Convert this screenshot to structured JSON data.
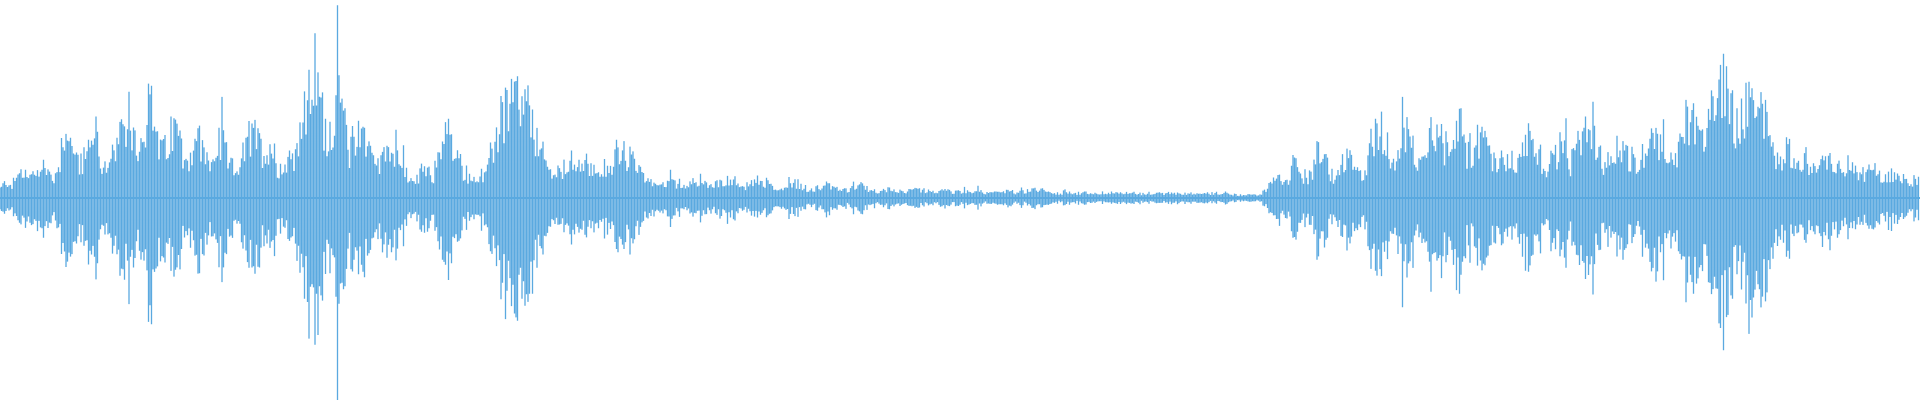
{
  "waveform": {
    "color": "#5aa9e0",
    "background": "#ffffff",
    "description_style": "mirrored audio amplitude envelope",
    "amplitude_envelope": [
      0.06,
      0.1,
      0.08,
      0.14,
      0.16,
      0.12,
      0.18,
      0.22,
      0.16,
      0.12,
      0.26,
      0.52,
      0.3,
      0.24,
      0.2,
      0.38,
      0.44,
      0.2,
      0.18,
      0.3,
      0.36,
      0.42,
      0.48,
      0.3,
      0.5,
      0.62,
      0.4,
      0.28,
      0.34,
      0.44,
      0.36,
      0.22,
      0.32,
      0.4,
      0.26,
      0.2,
      0.3,
      0.34,
      0.22,
      0.18,
      0.24,
      0.3,
      0.4,
      0.34,
      0.28,
      0.36,
      0.22,
      0.18,
      0.26,
      0.3,
      0.44,
      0.58,
      0.8,
      0.68,
      0.46,
      0.4,
      0.7,
      0.54,
      0.3,
      0.4,
      0.48,
      0.36,
      0.26,
      0.2,
      0.3,
      0.36,
      0.28,
      0.18,
      0.12,
      0.1,
      0.16,
      0.18,
      0.14,
      0.3,
      0.4,
      0.34,
      0.24,
      0.18,
      0.14,
      0.12,
      0.12,
      0.16,
      0.34,
      0.46,
      0.56,
      0.6,
      0.62,
      0.58,
      0.5,
      0.4,
      0.28,
      0.2,
      0.16,
      0.16,
      0.18,
      0.22,
      0.26,
      0.24,
      0.2,
      0.16,
      0.12,
      0.18,
      0.26,
      0.3,
      0.28,
      0.22,
      0.18,
      0.14,
      0.1,
      0.08,
      0.1,
      0.12,
      0.1,
      0.08,
      0.08,
      0.1,
      0.12,
      0.1,
      0.08,
      0.08,
      0.1,
      0.12,
      0.1,
      0.06,
      0.08,
      0.1,
      0.12,
      0.1,
      0.08,
      0.06,
      0.06,
      0.08,
      0.1,
      0.08,
      0.06,
      0.05,
      0.06,
      0.07,
      0.08,
      0.06,
      0.05,
      0.05,
      0.06,
      0.08,
      0.06,
      0.05,
      0.04,
      0.05,
      0.06,
      0.05,
      0.04,
      0.04,
      0.05,
      0.05,
      0.04,
      0.04,
      0.04,
      0.05,
      0.04,
      0.04,
      0.04,
      0.04,
      0.05,
      0.04,
      0.03,
      0.03,
      0.04,
      0.05,
      0.04,
      0.03,
      0.04,
      0.04,
      0.06,
      0.05,
      0.04,
      0.03,
      0.03,
      0.04,
      0.04,
      0.03,
      0.03,
      0.03,
      0.03,
      0.03,
      0.03,
      0.03,
      0.03,
      0.03,
      0.03,
      0.03,
      0.03,
      0.03,
      0.03,
      0.03,
      0.03,
      0.03,
      0.03,
      0.03,
      0.03,
      0.03,
      0.03,
      0.03,
      0.03,
      0.03,
      0.03,
      0.02,
      0.02,
      0.02,
      0.02,
      0.02,
      0.04,
      0.08,
      0.12,
      0.1,
      0.14,
      0.2,
      0.16,
      0.12,
      0.18,
      0.3,
      0.24,
      0.16,
      0.12,
      0.22,
      0.26,
      0.18,
      0.14,
      0.2,
      0.34,
      0.48,
      0.4,
      0.26,
      0.22,
      0.38,
      0.46,
      0.3,
      0.2,
      0.36,
      0.52,
      0.44,
      0.3,
      0.42,
      0.5,
      0.38,
      0.26,
      0.3,
      0.42,
      0.36,
      0.24,
      0.2,
      0.3,
      0.26,
      0.2,
      0.32,
      0.4,
      0.3,
      0.24,
      0.18,
      0.26,
      0.32,
      0.28,
      0.22,
      0.3,
      0.36,
      0.42,
      0.34,
      0.26,
      0.22,
      0.3,
      0.36,
      0.3,
      0.24,
      0.2,
      0.3,
      0.38,
      0.42,
      0.34,
      0.26,
      0.22,
      0.3,
      0.44,
      0.56,
      0.5,
      0.4,
      0.48,
      0.6,
      0.72,
      0.66,
      0.52,
      0.42,
      0.56,
      0.68,
      0.72,
      0.58,
      0.4,
      0.28,
      0.22,
      0.3,
      0.26,
      0.2,
      0.24,
      0.2,
      0.16,
      0.22,
      0.26,
      0.2,
      0.16,
      0.2,
      0.18,
      0.14,
      0.16,
      0.18,
      0.14,
      0.12,
      0.16,
      0.14,
      0.12,
      0.1,
      0.12,
      0.1
    ]
  }
}
